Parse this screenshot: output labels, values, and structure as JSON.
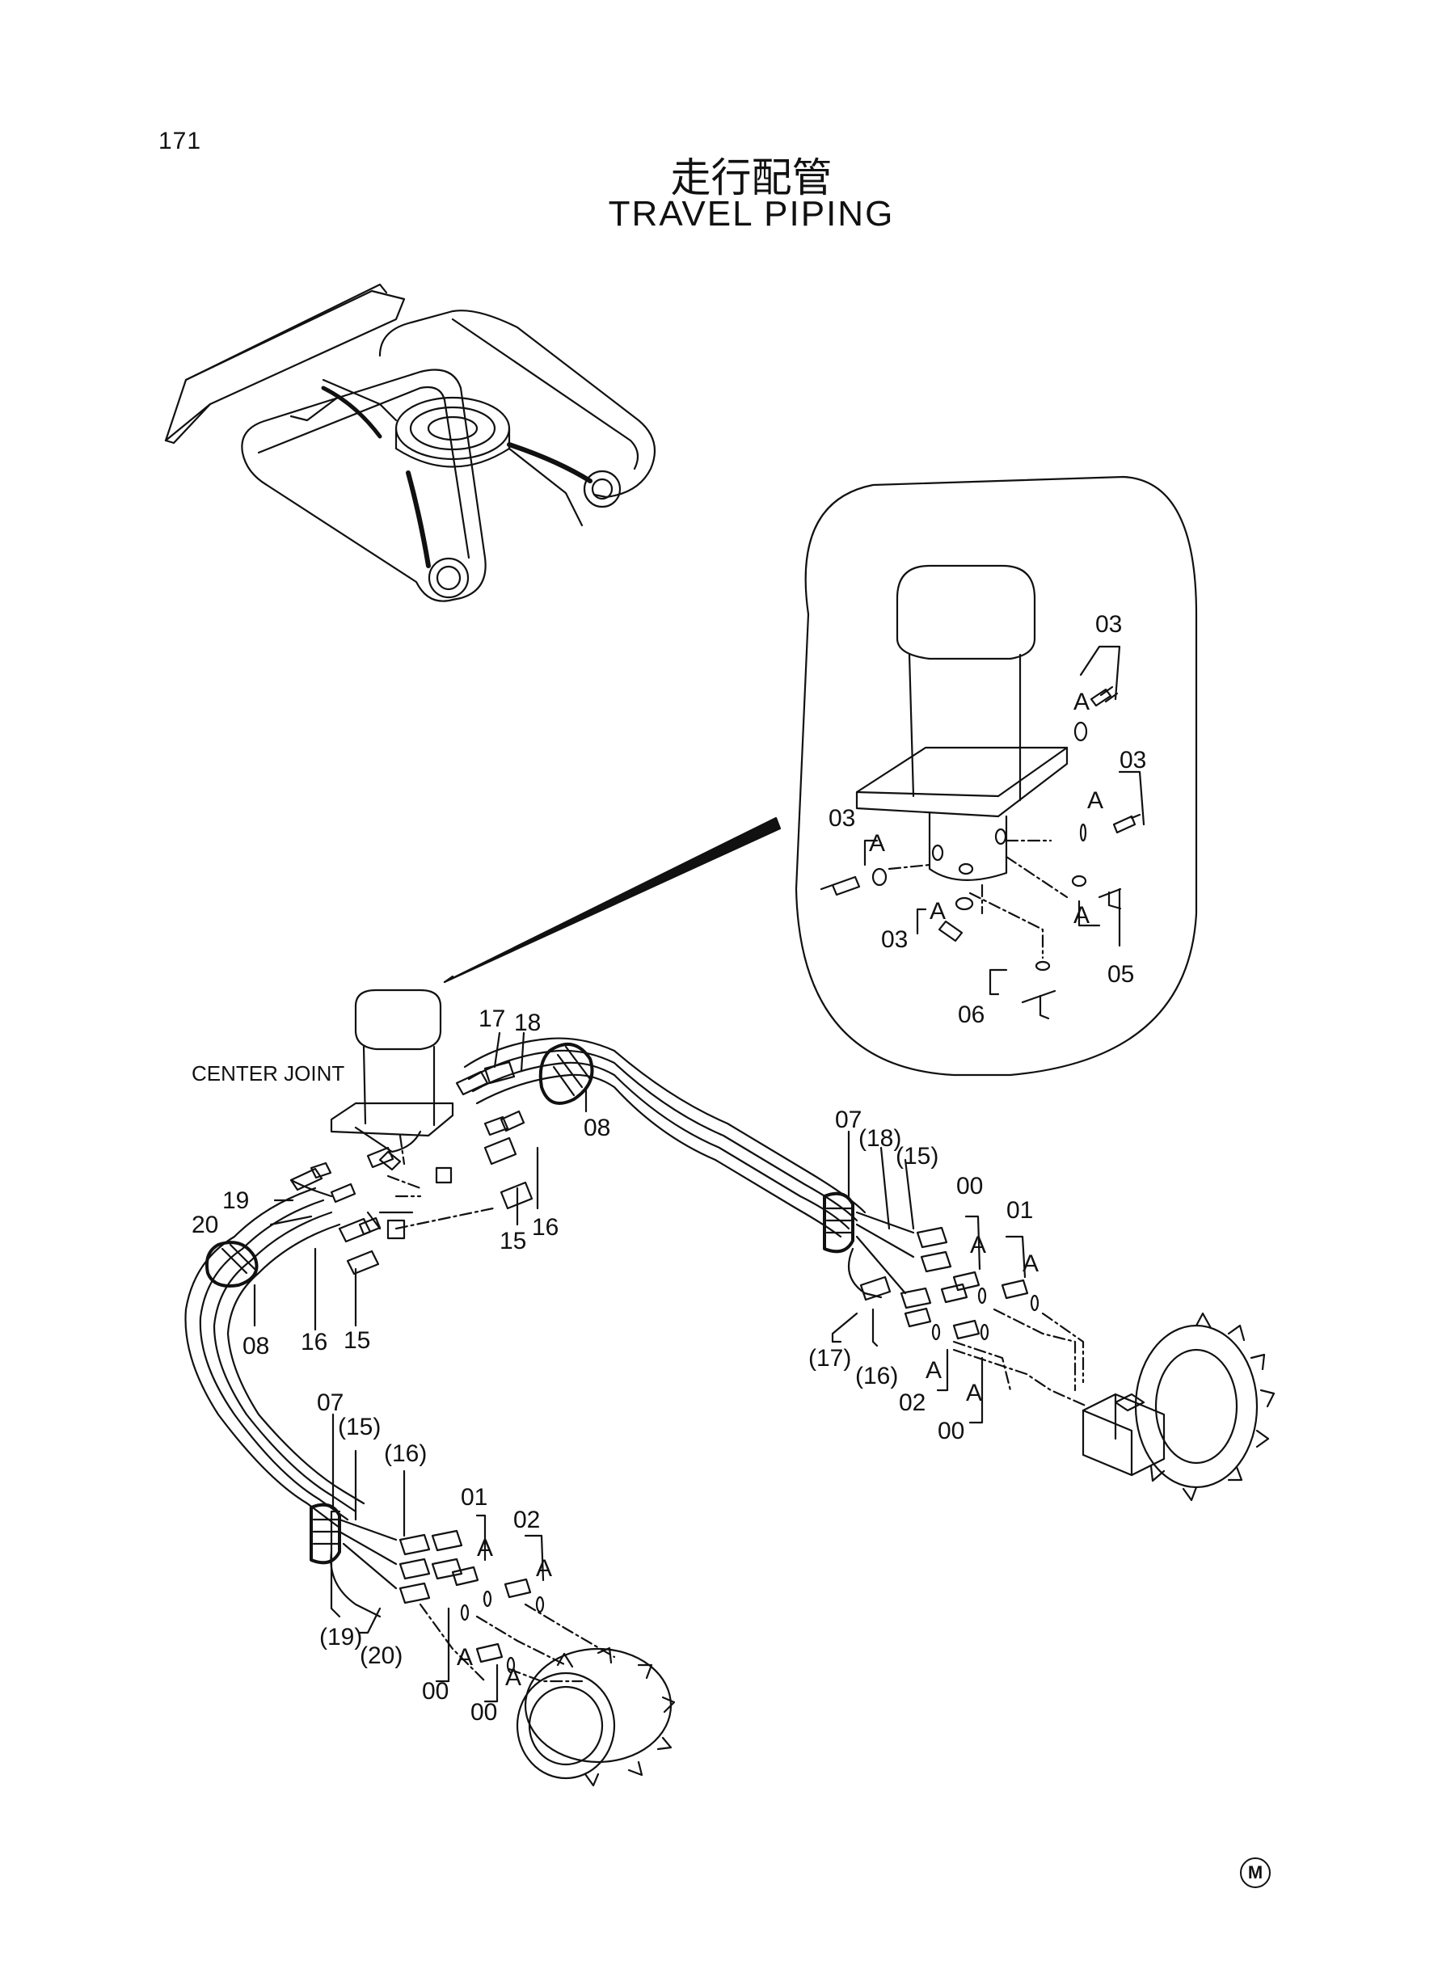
{
  "page_number": "171",
  "title_jp": "走行配管",
  "title_en": "TRAVEL PIPING",
  "center_joint_label": "CENTER JOINT",
  "symbol_mark": "M",
  "labels": [
    "03",
    "03",
    "03",
    "03",
    "A",
    "A",
    "A",
    "A",
    "A",
    "05",
    "06",
    "17",
    "18",
    "08",
    "16",
    "15",
    "19",
    "20",
    "08",
    "16",
    "15",
    "07",
    "(18)",
    "(15)",
    "00",
    "01",
    "A",
    "A",
    "(17)",
    "(16)",
    "A",
    "02",
    "A",
    "00",
    "07",
    "(15)",
    "(16)",
    "01",
    "A",
    "02",
    "A",
    "(19)",
    "(20)",
    "A",
    "00",
    "A",
    "00"
  ]
}
